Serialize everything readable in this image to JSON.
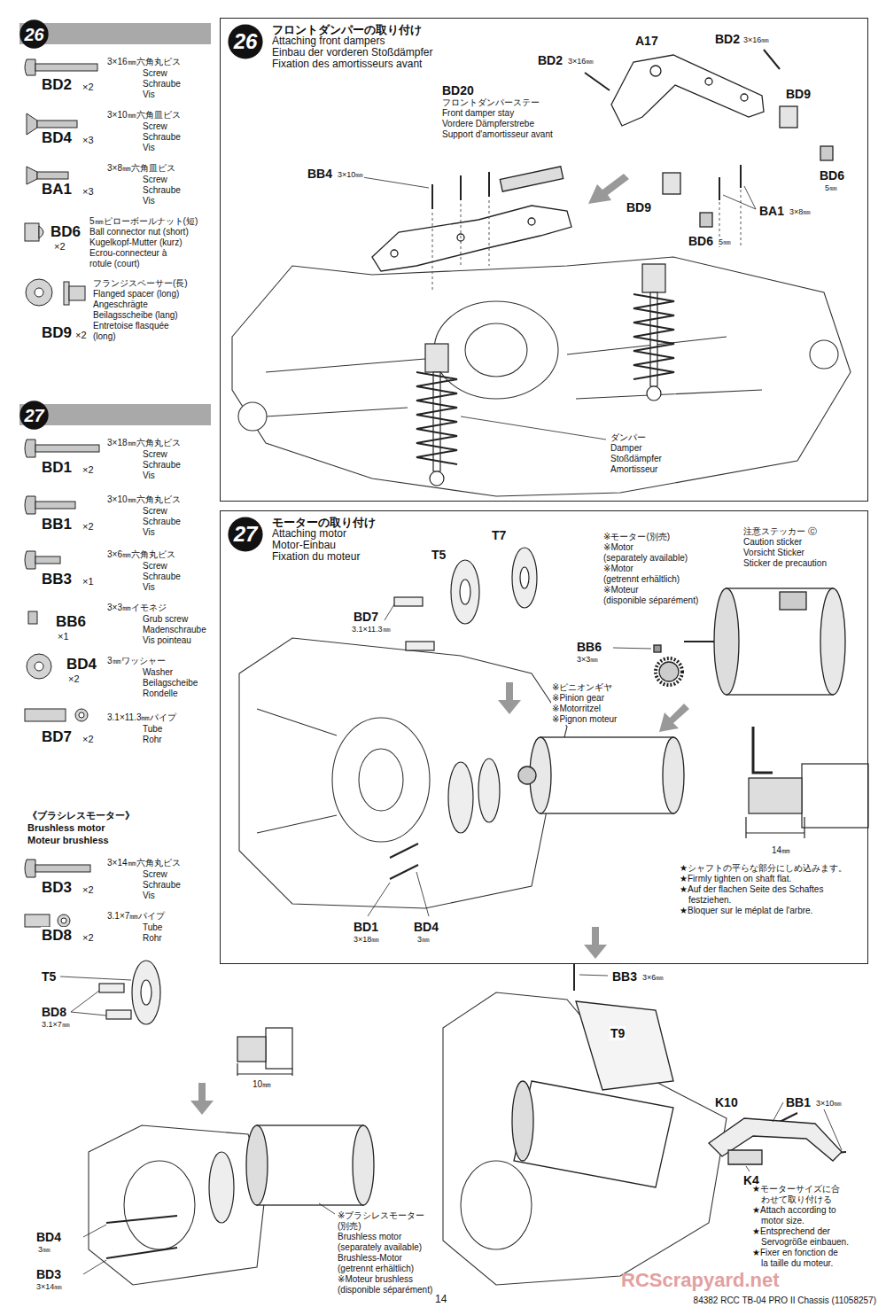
{
  "diagram": {
    "nodes": [
      {
        "text": [
          "26"
        ]
      },
      {
        "text": [
          "フロントダンパーの取り付け",
          "Attaching front dampers",
          "Einbau der vorderen Stoßdämpfer",
          "Fixation des amortisseurs avant"
        ]
      },
      {
        "text": [
          "26"
        ],
        "in": 1
      },
      {
        "text": [
          "27"
        ]
      },
      {
        "text": [
          "モーターの取り付け",
          "Attaching motor",
          "Motor-Einbau",
          "Fixation du moteur"
        ]
      },
      {
        "text": [
          "27"
        ],
        "in": 4
      }
    ],
    "labels": [
      "3×16㎜六角丸ビス",
      "Screw",
      "Schraube",
      "Vis",
      "BD2",
      "×2",
      "3×10㎜六角皿ビス",
      "Screw",
      "Schraube",
      "Vis",
      "BD4",
      "×3",
      "3×8㎜六角皿ビス",
      "Screw",
      "Schraube",
      "Vis",
      "BA1",
      "×3",
      "5㎜ピローボールナット(短)",
      "Ball connector nut (short)",
      "Kugelkopf-Mutter (kurz)",
      "Ecrou-connecteur à",
      "rotule (court)",
      "BD6",
      "×2",
      "フランジスペーサー(長)",
      "Flanged spacer (long)",
      "Angeschrägte",
      "Beilagsscheibe (lang)",
      "Entretoise flasquée",
      "(long)",
      "BD9",
      "×2",
      "3×18㎜六角丸ビス",
      "Screw",
      "Schraube",
      "Vis",
      "BD1",
      "×2",
      "3×10㎜六角丸ビス",
      "Screw",
      "Schraube",
      "Vis",
      "BB1",
      "×2",
      "3×6㎜六角丸ビス",
      "Screw",
      "Schraube",
      "Vis",
      "BB3",
      "×1",
      "3×3㎜イモネジ",
      "Grub screw",
      "Madenschraube",
      "Vis pointeau",
      "BB6",
      "×1",
      "3㎜ワッシャー",
      "Washer",
      "Beilagscheibe",
      "Rondelle",
      "BD4",
      "×2",
      "3.1×11.3㎜パイプ",
      "Tube",
      "Rohr",
      "BD7",
      "×2",
      "《ブラシレスモーター》",
      "Brushless motor",
      "Moteur brushless",
      "3×14㎜六角丸ビス",
      "Screw",
      "Schraube",
      "Vis",
      "BD3",
      "×2",
      "3.1×7㎜パイプ",
      "Tube",
      "Rohr",
      "BD8",
      "×2",
      "T5",
      "BD8",
      "3.1×7㎜",
      "10㎜",
      "BD4",
      "3㎜",
      "BD3",
      "3×14㎜",
      "※ブラシレスモーター",
      "(別売)",
      "Brushless motor",
      "(separately available)",
      "Brushless-Motor",
      "(getrennt erhältlich)",
      "※Moteur brushless",
      "(disponible séparément)",
      "A17",
      "BD2",
      "3×16㎜",
      "BD2",
      "3×16㎜",
      "BD9",
      "BD20",
      "フロントダンパーステー",
      "Front damper stay",
      "Vordere Dämpferstrebe",
      "Support d'amortisseur avant",
      "BB4",
      "3×10㎜",
      "BD6",
      "5㎜",
      "BD9",
      "BA1",
      "3×8㎜",
      "BD6",
      "5㎜",
      "ダンパー",
      "Damper",
      "Stoßdämpfer",
      "Amortisseur",
      "T7",
      "T5",
      "BD7",
      "3.1×11.3㎜",
      "BB6",
      "3×3㎜",
      "※ピニオンギヤ",
      "※Pinion gear",
      "※Motorritzel",
      "※Pignon moteur",
      "※モーター(別売)",
      "※Motor",
      "(separately available)",
      "※Motor",
      "(getrennt erhältlich)",
      "※Moteur",
      "(disponible séparément)",
      "注意ステッカー Ⓒ",
      "Caution sticker",
      "Vorsicht Sticker",
      "Sticker de precaution",
      "14㎜",
      "★シャフトの平らな部分にしめ込みます。",
      "★Firmly tighten on shaft flat.",
      "★Auf der flachen Seite des Schaftes",
      "festziehen.",
      "★Bloquer sur le méplat de l'arbre.",
      "BD1",
      "3×18㎜",
      "BD4",
      "3㎜",
      "BB3",
      "3×6㎜",
      "T9",
      "K10",
      "BB1",
      "3×10㎜",
      "K4",
      "★モーターサイズに合",
      "わせて取り付ける",
      "★Attach according to",
      "motor size.",
      "★Entsprechend der",
      "Servogröße einbauen.",
      "★Fixer en fonction de",
      "la taille du moteur.",
      "RCScrapyard.net",
      "14",
      "84382 RCC TB-04 PRO II Chassis (11058257)"
    ]
  }
}
